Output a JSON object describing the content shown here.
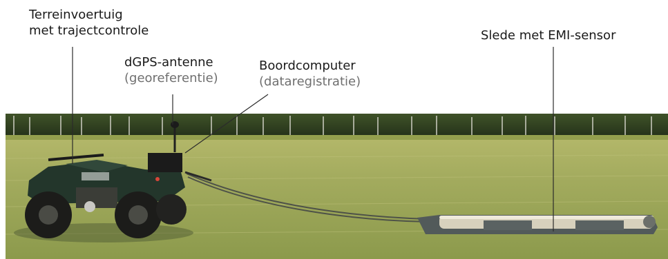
{
  "labels": {
    "vehicle": {
      "line1": "Terreinvoertuig",
      "line2": "met trajectcontrole"
    },
    "gps": {
      "title": "dGPS-antenne",
      "subtitle": "(georeferentie)"
    },
    "computer": {
      "title": "Boordcomputer",
      "subtitle": "(dataregistratie)"
    },
    "sled": {
      "title": "Slede met EMI-sensor"
    }
  },
  "colors": {
    "text": "#1a1a1a",
    "subtitle_text": "#6f6f6f",
    "grass": "#9aa65a",
    "tree_line": "#2d3a1c",
    "vehicle_body": "#263a2e"
  }
}
